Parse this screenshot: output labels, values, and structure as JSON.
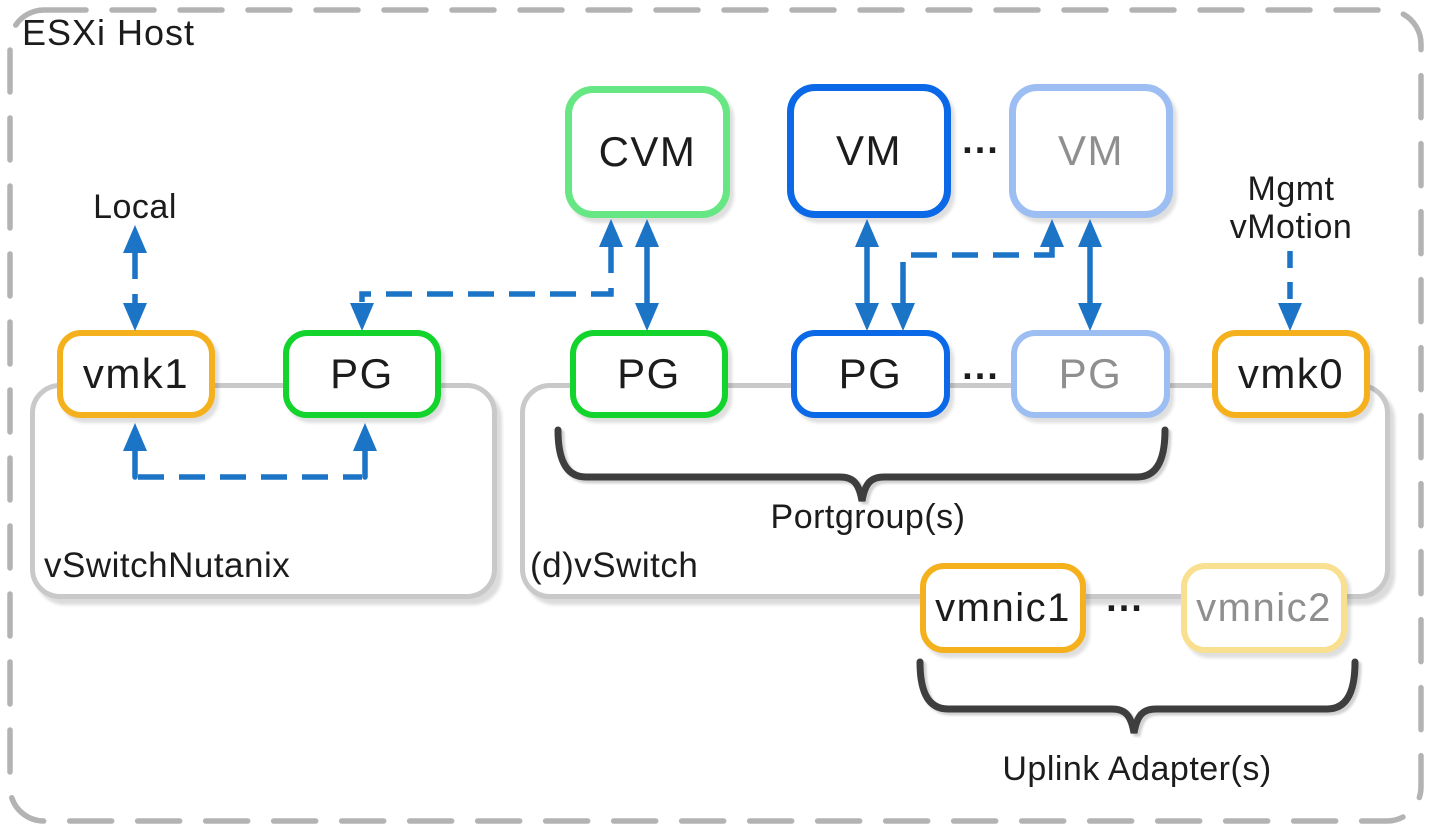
{
  "diagram": {
    "title": "ESXi Host",
    "annotations": {
      "local": "Local",
      "mgmt_line1": "Mgmt",
      "mgmt_line2": "vMotion",
      "portgroups": "Portgroup(s)",
      "uplink_adapters": "Uplink Adapter(s)",
      "ellipsis": "..."
    },
    "switches": {
      "vswitch_nutanix": {
        "label": "vSwitchNutanix"
      },
      "dvswitch": {
        "label": "(d)vSwitch"
      }
    },
    "nodes": {
      "cvm": {
        "label": "CVM"
      },
      "vm_primary": {
        "label": "VM"
      },
      "vm_secondary": {
        "label": "VM"
      },
      "vmk1": {
        "label": "vmk1"
      },
      "pg_nutanix": {
        "label": "PG"
      },
      "pg_cvm": {
        "label": "PG"
      },
      "pg_vm": {
        "label": "PG"
      },
      "pg_vm_secondary": {
        "label": "PG"
      },
      "vmk0": {
        "label": "vmk0"
      },
      "vmnic1": {
        "label": "vmnic1"
      },
      "vmnic2": {
        "label": "vmnic2"
      }
    },
    "colors": {
      "accent_green": "#12d42c",
      "accent_green_light": "#66e783",
      "accent_blue": "#0b69e8",
      "accent_blue_light": "#9cbef2",
      "accent_orange": "#f5b11d",
      "accent_yellow_light": "#f9df90",
      "arrow_blue": "#1c74c6",
      "switch_border_gray": "#c9c9c9",
      "host_border_gray": "#b3b3b3",
      "brace_dark": "#3e3e3e",
      "muted_text": "#8f8f8f"
    }
  }
}
